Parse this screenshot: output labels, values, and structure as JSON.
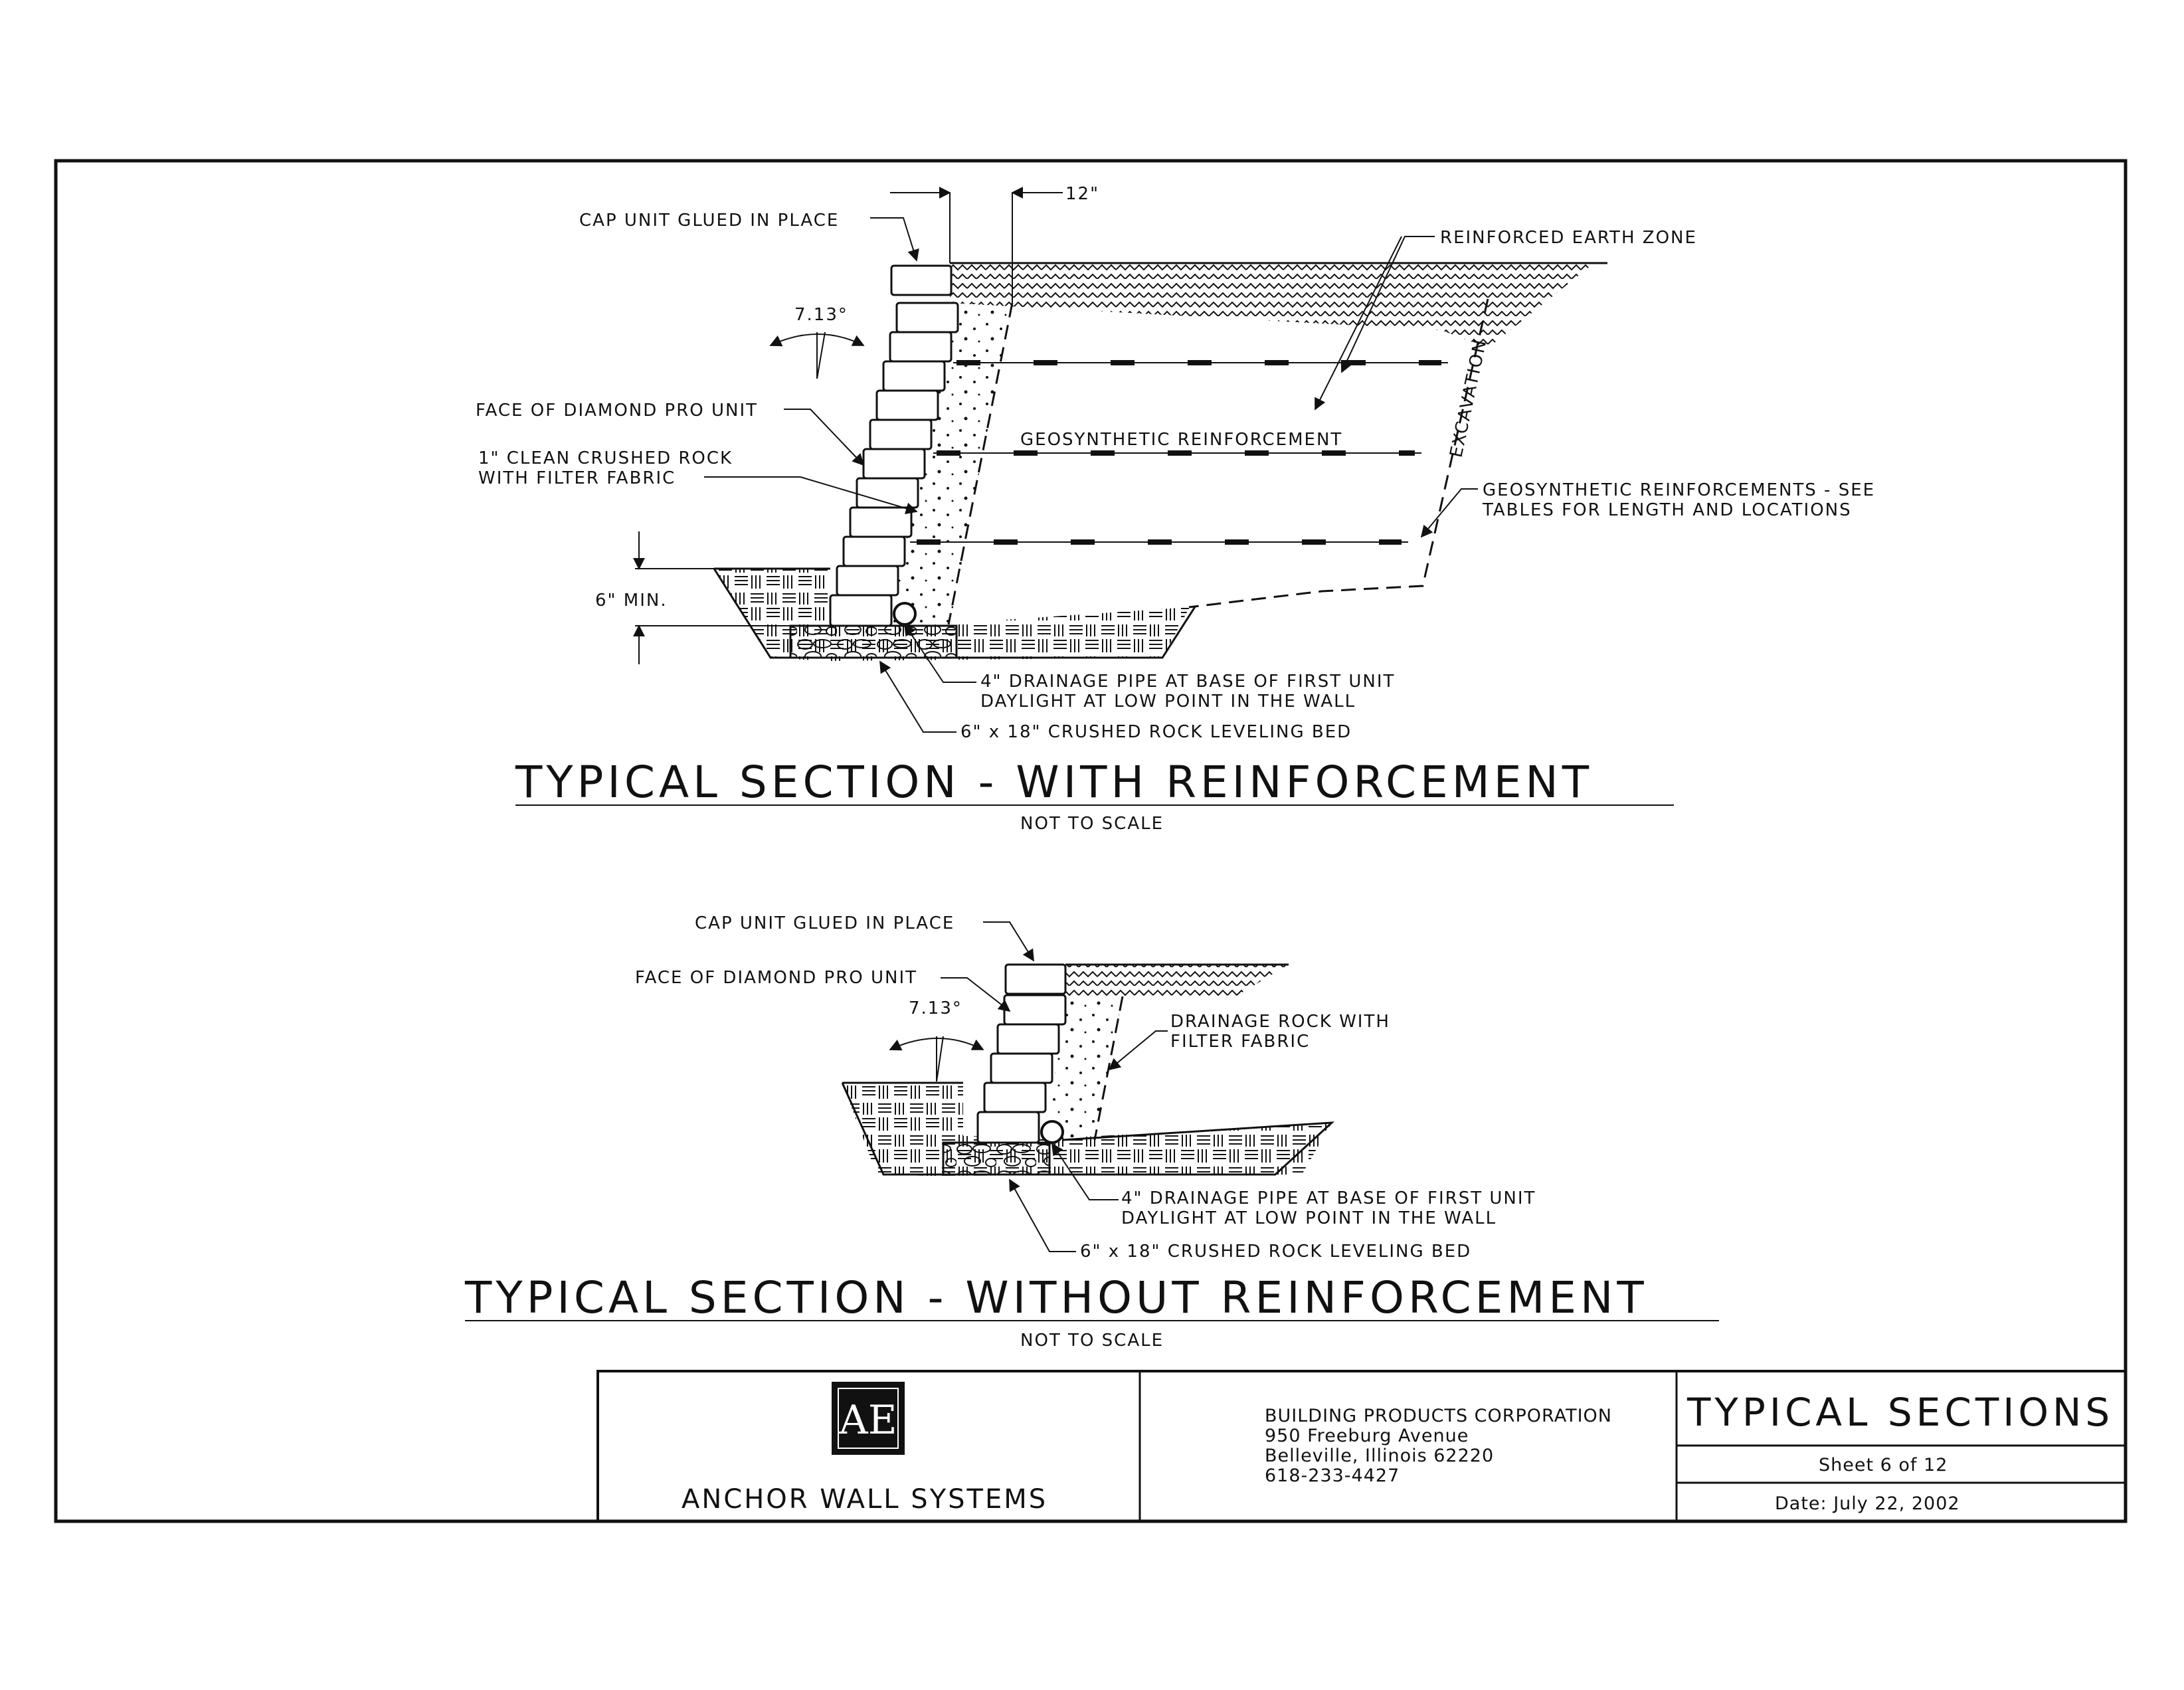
{
  "section1": {
    "title": "TYPICAL SECTION - WITH REINFORCEMENT",
    "scale_note": "NOT TO SCALE",
    "labels": {
      "cap_unit": "CAP UNIT GLUED IN PLACE",
      "dim_12": "12\"",
      "reinforced_zone": "REINFORCED EARTH ZONE",
      "angle": "7.13°",
      "face_unit": "FACE OF DIAMOND PRO UNIT",
      "crushed_rock_1": "1\" CLEAN CRUSHED ROCK",
      "crushed_rock_2": "WITH FILTER FABRIC",
      "excavation": "EXCAVATION",
      "geo_reinf": "GEOSYNTHETIC REINFORCEMENT",
      "geo_reinfs_1": "GEOSYNTHETIC REINFORCEMENTS - SEE",
      "geo_reinfs_2": "TABLES FOR LENGTH AND LOCATIONS",
      "min_depth": "6\" MIN.",
      "pipe_1": "4\" DRAINAGE PIPE AT BASE OF FIRST UNIT",
      "pipe_2": "DAYLIGHT AT LOW POINT IN THE WALL",
      "leveling_bed": "6\" x 18\" CRUSHED ROCK LEVELING BED"
    }
  },
  "section2": {
    "title": "TYPICAL SECTION - WITHOUT REINFORCEMENT",
    "scale_note": "NOT TO SCALE",
    "labels": {
      "cap_unit": "CAP UNIT GLUED IN PLACE",
      "face_unit": "FACE OF DIAMOND PRO UNIT",
      "angle": "7.13°",
      "drain_rock_1": "DRAINAGE ROCK WITH",
      "drain_rock_2": "FILTER FABRIC",
      "pipe_1": "4\" DRAINAGE PIPE AT BASE OF FIRST UNIT",
      "pipe_2": "DAYLIGHT AT LOW POINT IN THE WALL",
      "leveling_bed": "6\" x 18\" CRUSHED ROCK LEVELING BED"
    }
  },
  "title_block": {
    "company": "ANCHOR WALL SYSTEMS",
    "logo_letters": "AE",
    "address_1": "BUILDING PRODUCTS CORPORATION",
    "address_2": "950 Freeburg Avenue",
    "address_3": "Belleville, Illinois 62220",
    "address_4": "618-233-4427",
    "sheet_title": "TYPICAL SECTIONS",
    "sheet_number": "Sheet 6 of 12",
    "date": "Date:   July 22, 2002"
  }
}
